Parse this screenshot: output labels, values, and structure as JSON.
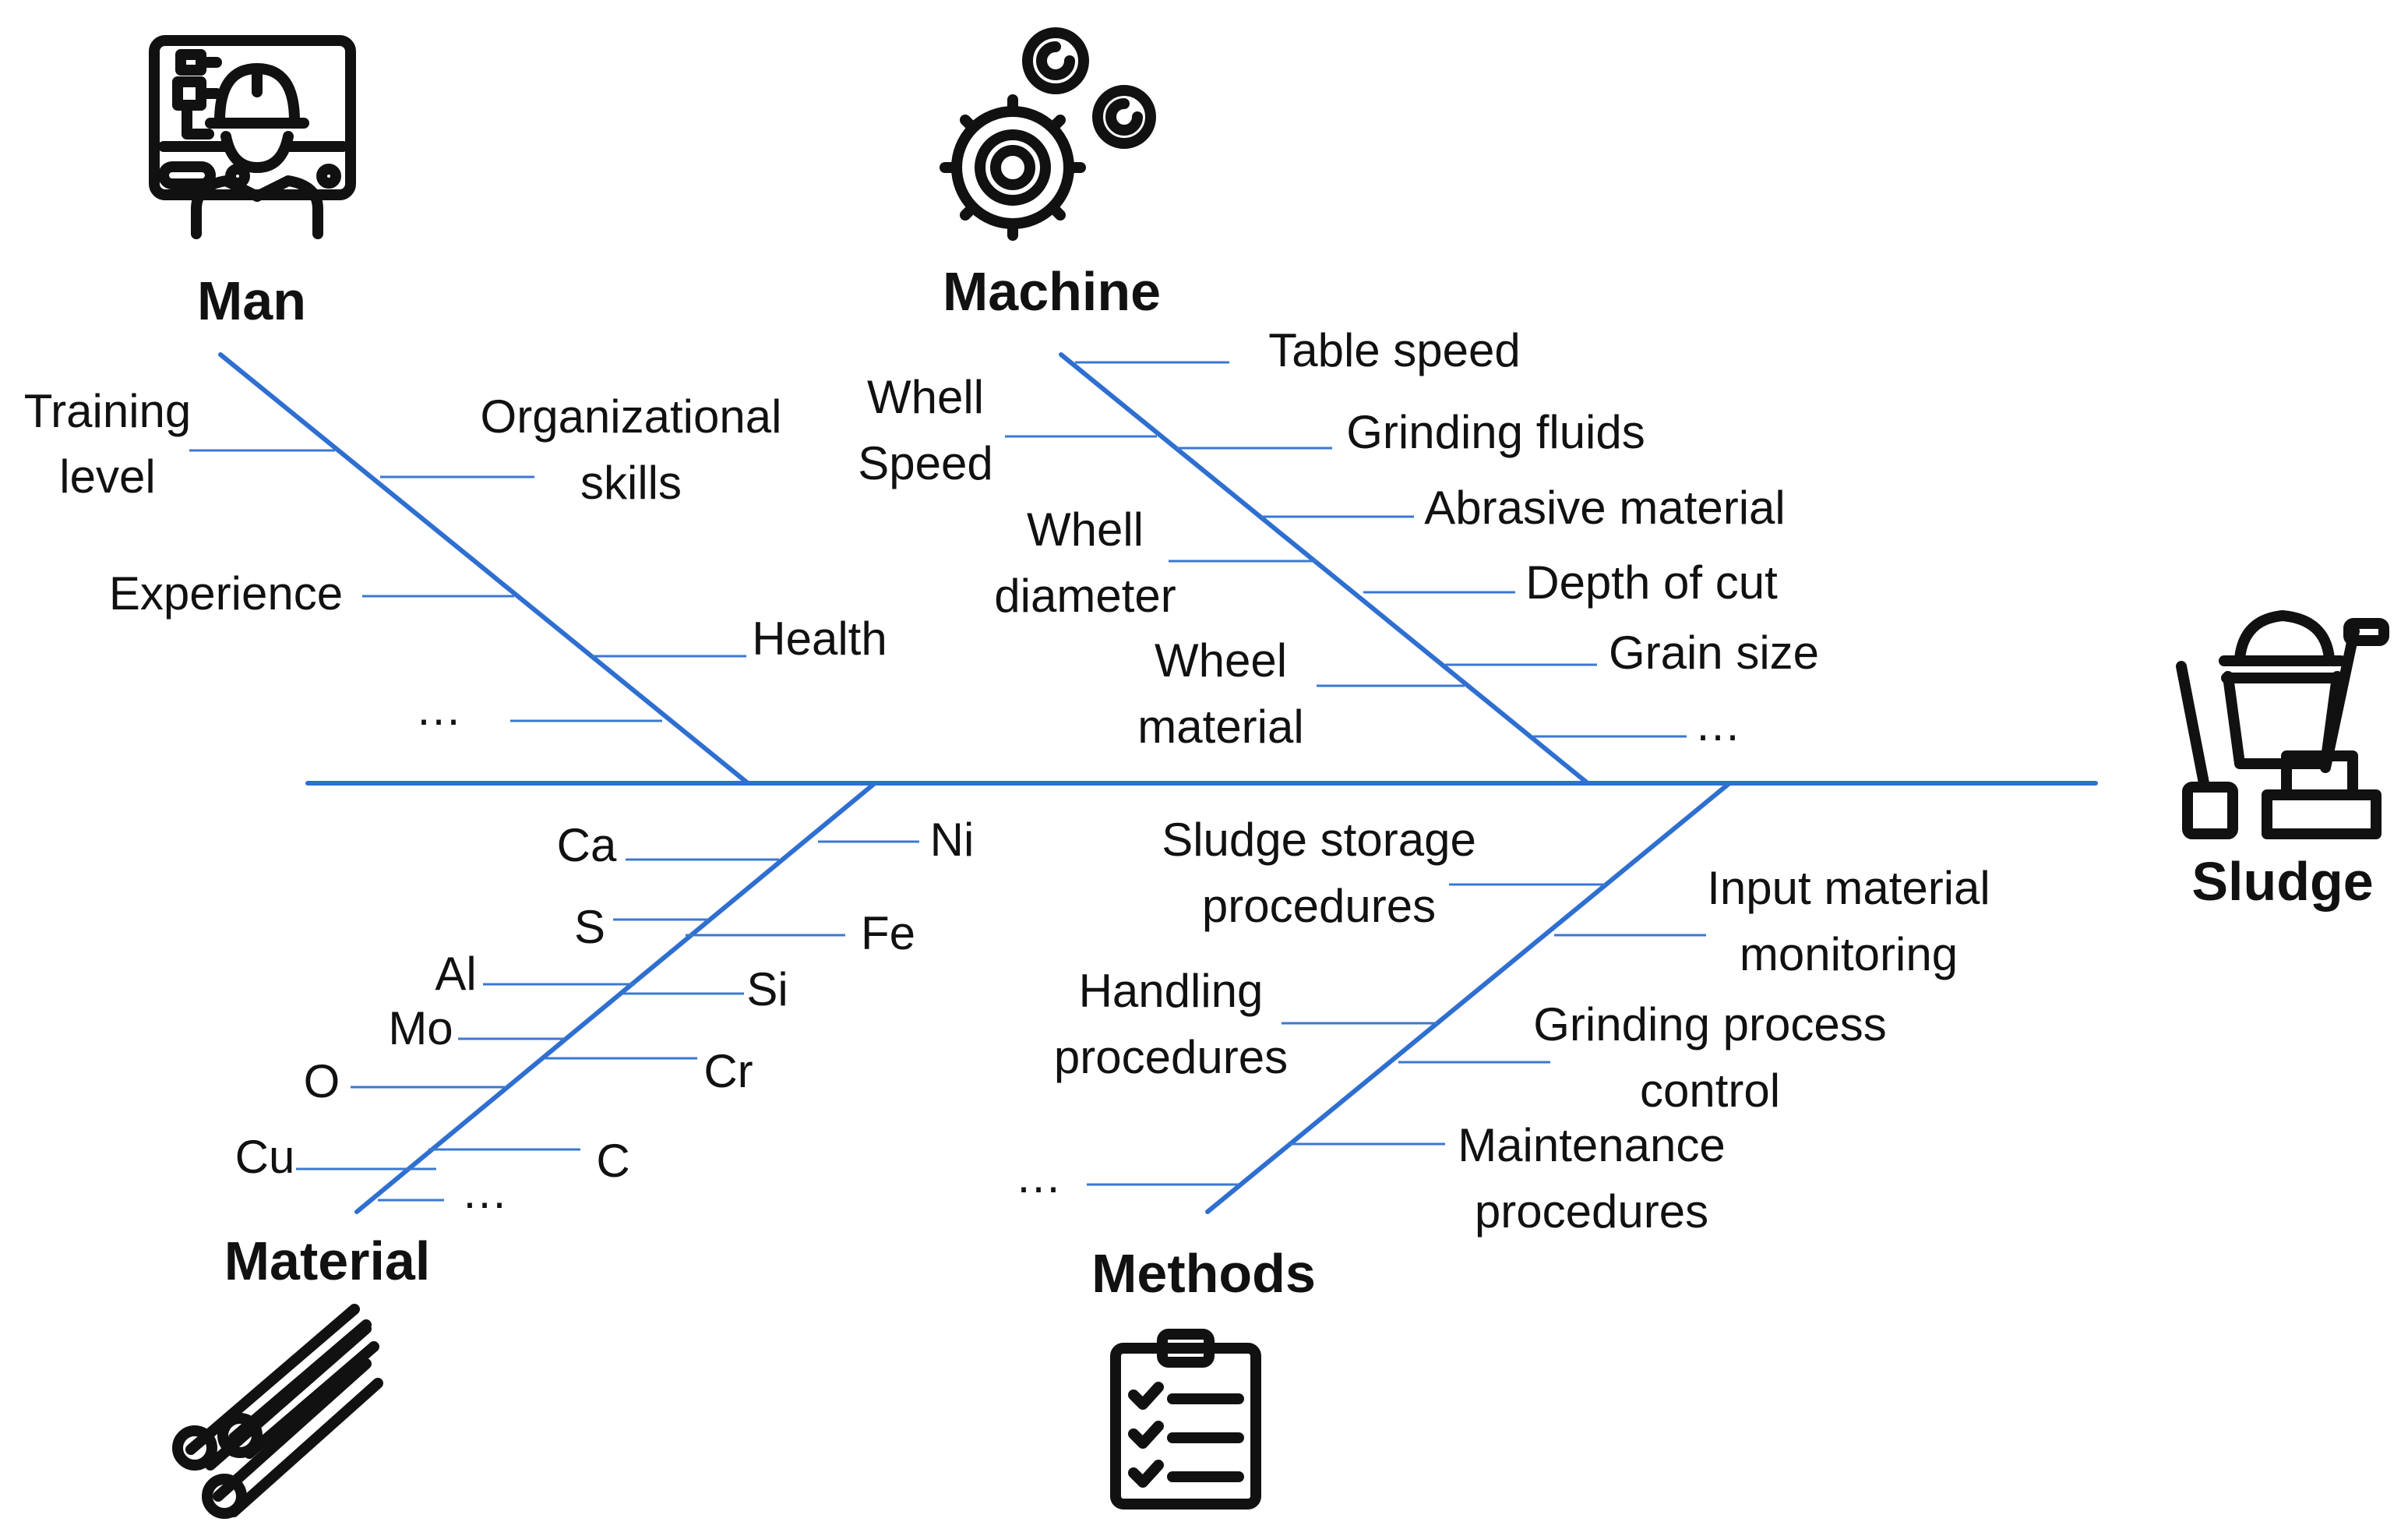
{
  "effect": "Sludge",
  "colors": {
    "spine": "#2e6fd0",
    "branch": "#3b78d0",
    "text": "#111111"
  },
  "categories": {
    "man": "Man",
    "machine": "Machine",
    "material": "Material",
    "methods": "Methods"
  },
  "man": {
    "training": [
      "Training",
      "level"
    ],
    "organizational": [
      "Organizational",
      "skills"
    ],
    "experience": "Experience",
    "health": "Health",
    "more": "…"
  },
  "machine": {
    "table_speed": "Table speed",
    "whell_speed": [
      "Whell",
      "Speed"
    ],
    "grinding_fluids": "Grinding fluids",
    "abrasive_material": "Abrasive material",
    "whell_diameter": [
      "Whell",
      "diameter"
    ],
    "depth_of_cut": "Depth of cut",
    "grain_size": "Grain size",
    "wheel_material": [
      "Wheel",
      "material"
    ],
    "more": "…"
  },
  "material": {
    "ca": "Ca",
    "ni": "Ni",
    "s": "S",
    "fe": "Fe",
    "al": "Al",
    "si": "Si",
    "mo": "Mo",
    "cr": "Cr",
    "o": "O",
    "cu": "Cu",
    "c": "C",
    "more": "…"
  },
  "methods": {
    "sludge_storage": [
      "Sludge storage",
      "procedures"
    ],
    "input_monitoring": [
      "Input material",
      "monitoring"
    ],
    "handling": [
      "Handling",
      "procedures"
    ],
    "grinding_control": [
      "Grinding process",
      "control"
    ],
    "maintenance": [
      "Maintenance",
      "procedures"
    ],
    "more": "…"
  },
  "icons": {
    "man": "engineer-monitor-icon",
    "machine": "gears-icon",
    "material": "pipes-icon",
    "methods": "clipboard-checklist-icon",
    "effect": "sludge-bucket-shovel-icon"
  }
}
